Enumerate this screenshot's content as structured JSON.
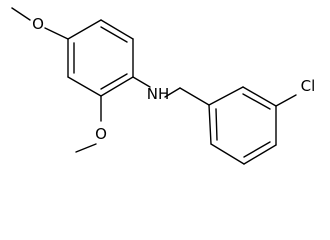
{
  "molecule": {
    "labels": {
      "nh": "NH",
      "chlorine": "Cl",
      "oxygen_top": "O",
      "oxygen_bottom": "O"
    }
  }
}
